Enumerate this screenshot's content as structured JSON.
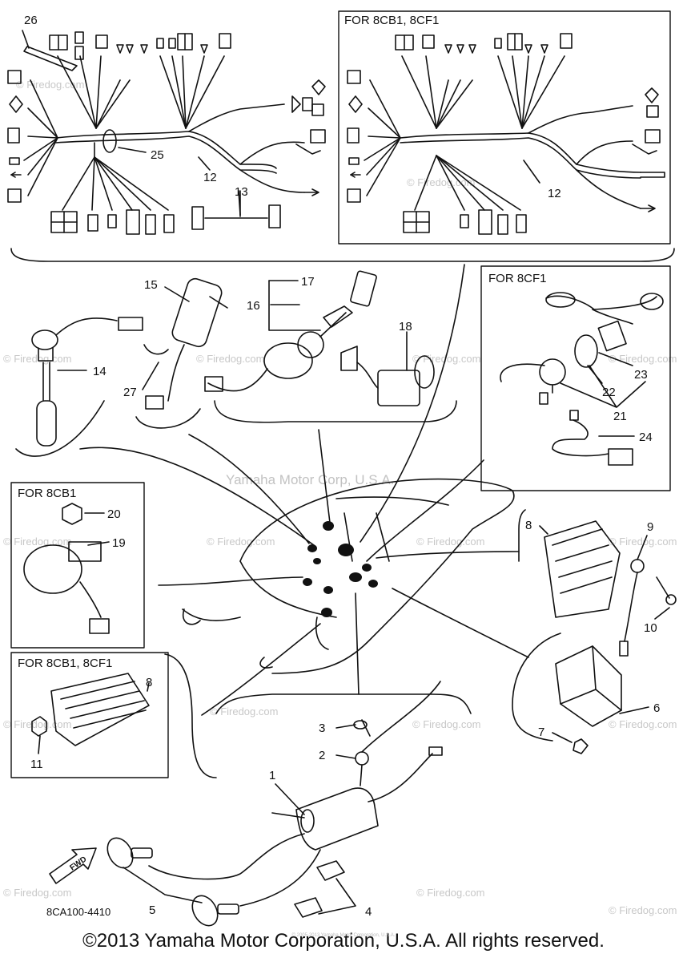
{
  "boxes": {
    "harness_8cb1_8cf1": "FOR 8CB1, 8CF1",
    "ignition_8cf1": "FOR 8CF1",
    "coil_8cb1": "FOR 8CB1",
    "rectifier_8cb1_8cf1": "FOR 8CB1, 8CF1"
  },
  "callouts": {
    "c1": "1",
    "c2": "2",
    "c3": "3",
    "c4": "4",
    "c5": "5",
    "c6": "6",
    "c7": "7",
    "c8a": "8",
    "c8b": "8",
    "c9": "9",
    "c10": "10",
    "c11": "11",
    "c12a": "12",
    "c12b": "12",
    "c13": "13",
    "c14": "14",
    "c15": "15",
    "c16": "16",
    "c17": "17",
    "c18": "18",
    "c19": "19",
    "c20": "20",
    "c21": "21",
    "c22": "22",
    "c23": "23",
    "c24": "24",
    "c25": "25",
    "c26": "26",
    "c27": "27"
  },
  "watermarks": {
    "center": "Yamaha Motor Corp, U.S.A.",
    "firedog": "© Firedog.com"
  },
  "direction_label": "FWD",
  "part_number": "8CA100-4410",
  "footer": {
    "copyright": "©2013 Yamaha Motor Corporation, U.S.A. All rights reserved.",
    "small_print": "© 2005-2013 Yamaha Motor Corporation, U.S.A."
  }
}
